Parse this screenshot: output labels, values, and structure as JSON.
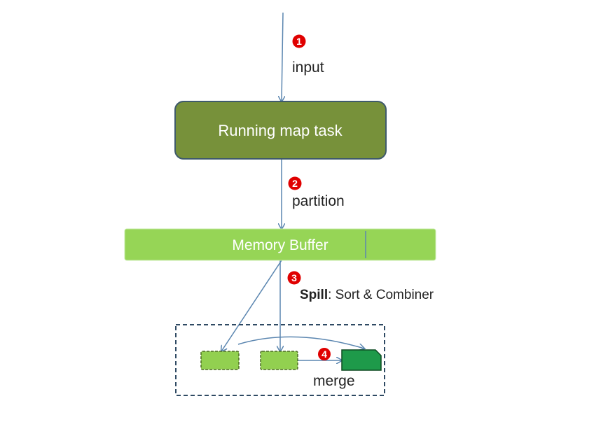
{
  "nodes": {
    "map_task": "Running map task",
    "memory_buffer": "Memory Buffer"
  },
  "steps": [
    {
      "number": "1",
      "label": "input"
    },
    {
      "number": "2",
      "label": "partition"
    },
    {
      "number": "3",
      "label_bold": "Spill",
      "label_rest": ": Sort & Combiner"
    },
    {
      "number": "4",
      "label": "merge"
    }
  ],
  "colors": {
    "arrow": "#5b86b0",
    "map_task_fill": "#77913a",
    "map_task_stroke": "#3f5a6b",
    "buffer_fill": "#96d556",
    "spill_fill": "#92d050",
    "merged_fill": "#1e9a4a",
    "badge": "#e00000",
    "dashed_border": "#2f4a63"
  }
}
